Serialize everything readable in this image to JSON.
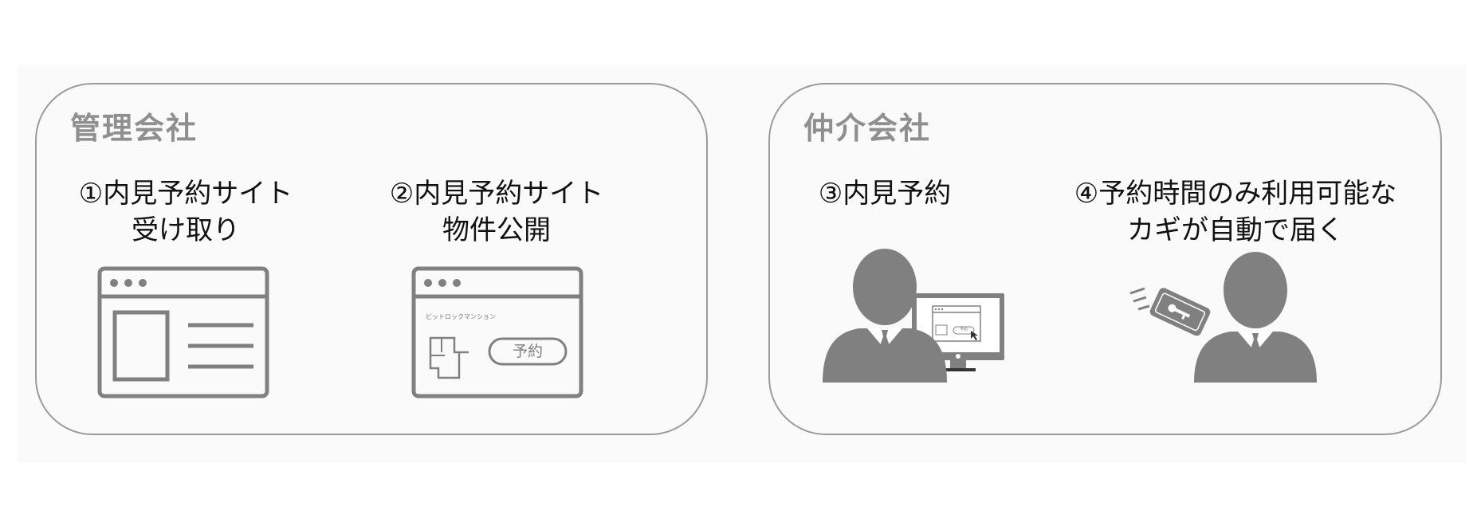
{
  "management": {
    "title": "管理会社",
    "step1": {
      "line1": "①内見予約サイト",
      "line2": "受け取り"
    },
    "step2": {
      "line1": "②内見予約サイト",
      "line2": "物件公開"
    },
    "site": {
      "property_name": "ビットロックマンション",
      "reserve_button": "予約"
    }
  },
  "brokerage": {
    "title": "仲介会社",
    "step3": {
      "line1": "③内見予約"
    },
    "step4": {
      "line1": "④予約時間のみ利用可能な",
      "line2": "カギが自動で届く"
    },
    "screen_button": "予約"
  },
  "colors": {
    "icon_gray": "#808080",
    "border_gray": "#9b9b9b",
    "title_gray": "#8f8f8f"
  }
}
